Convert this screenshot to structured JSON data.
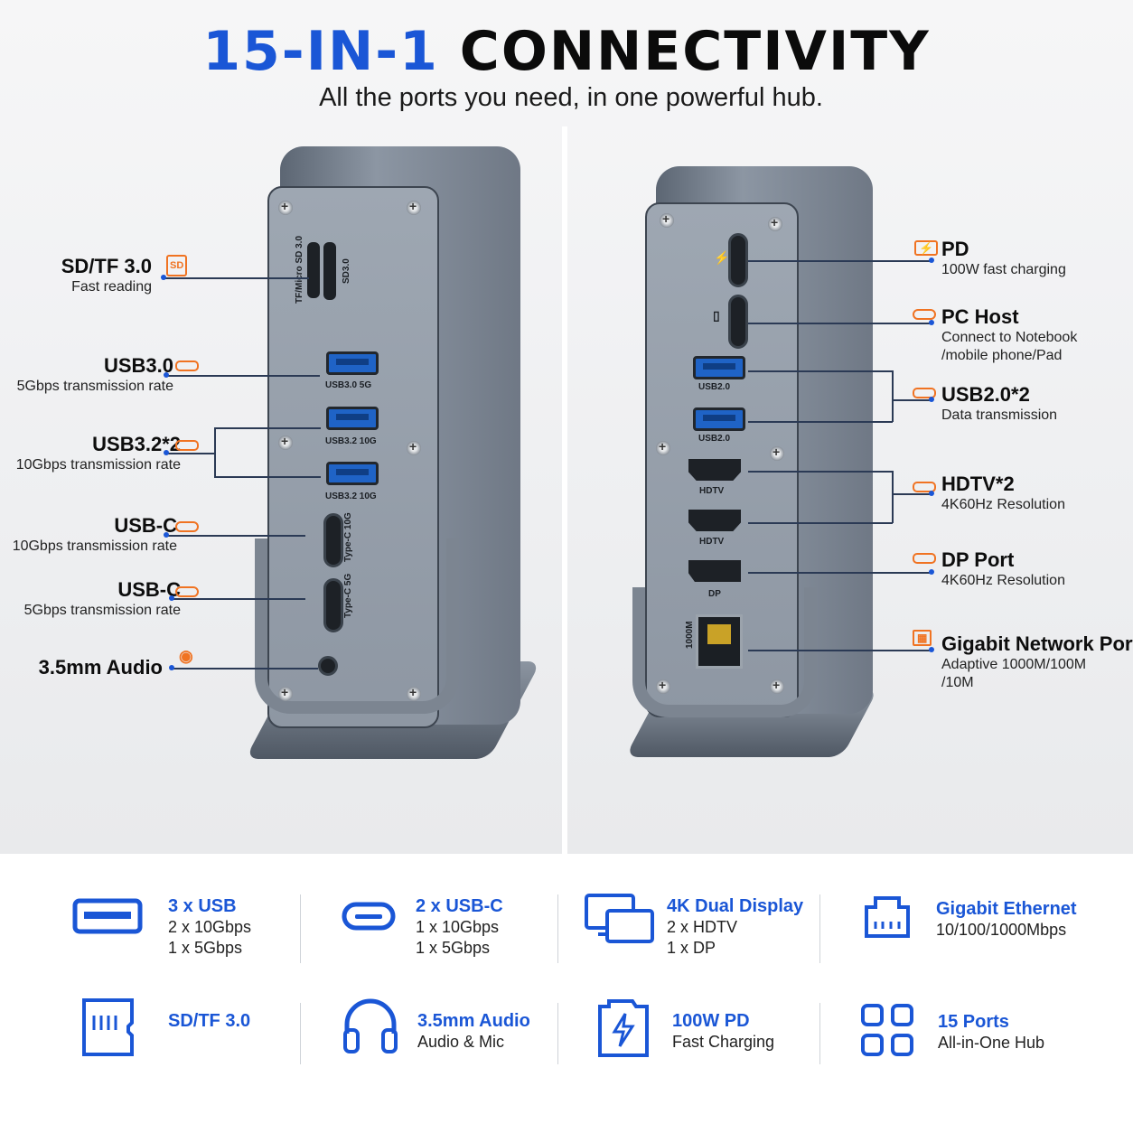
{
  "header": {
    "title_accent": "15-IN-1",
    "title_main": "CONNECTIVITY",
    "subtitle": "All the ports you need, in one powerful hub."
  },
  "colors": {
    "accent": "#1a56d6",
    "orange": "#f07322",
    "device": "#8e97a3"
  },
  "front_panel": {
    "port_labels": {
      "sd_slot": "TF/Micro SD 3.0",
      "sd_slot2": "SD3.0",
      "usb1": "USB3.0 5G",
      "usb2": "USB3.2 10G",
      "usb3": "USB3.2 10G",
      "usbc1": "Type-C 10G",
      "usbc2": "Type-C 5G"
    },
    "callouts": [
      {
        "title": "SD/TF 3.0",
        "desc": "Fast reading",
        "icon": "sd-card-icon"
      },
      {
        "title": "USB3.0",
        "desc": "5Gbps transmission rate",
        "icon": "usb-a-icon"
      },
      {
        "title": "USB3.2*2",
        "desc": "10Gbps transmission rate",
        "icon": "usb-a-icon"
      },
      {
        "title": "USB-C",
        "desc": "10Gbps transmission rate",
        "icon": "usb-c-icon"
      },
      {
        "title": "USB-C",
        "desc": "5Gbps transmission rate",
        "icon": "usb-c-icon"
      },
      {
        "title": "3.5mm Audio",
        "desc": "",
        "icon": "audio-jack-icon"
      }
    ]
  },
  "back_panel": {
    "port_labels": {
      "usb1": "USB2.0",
      "usb2": "USB2.0",
      "hdmi1": "HDTV",
      "hdmi2": "HDTV",
      "dp": "DP",
      "rj45": "1000M"
    },
    "callouts": [
      {
        "title": "PD",
        "desc": "100W fast charging",
        "icon": "pd-charging-icon"
      },
      {
        "title": "PC Host",
        "desc": "Connect to Notebook",
        "desc2": "/mobile phone/Pad",
        "icon": "usb-c-icon"
      },
      {
        "title": "USB2.0*2",
        "desc": "Data transmission",
        "icon": "usb-a-icon"
      },
      {
        "title": "HDTV*2",
        "desc": "4K60Hz Resolution",
        "icon": "hdmi-icon"
      },
      {
        "title": "DP Port",
        "desc": "4K60Hz Resolution",
        "icon": "dp-icon"
      },
      {
        "title": "Gigabit Network Port",
        "desc": "Adaptive 1000M/100M",
        "desc2": "/10M",
        "icon": "ethernet-icon"
      }
    ]
  },
  "features": [
    {
      "title": "3 x USB",
      "lines": [
        "2 x 10Gbps",
        "1 x 5Gbps"
      ],
      "icon": "usb-a-icon"
    },
    {
      "title": "2 x USB-C",
      "lines": [
        "1 x 10Gbps",
        "1 x 5Gbps"
      ],
      "icon": "usb-c-icon"
    },
    {
      "title": "4K Dual Display",
      "lines": [
        "2 x HDTV",
        "1 x DP"
      ],
      "icon": "dual-monitor-icon"
    },
    {
      "title": "Gigabit Ethernet",
      "lines": [
        "10/100/1000Mbps"
      ],
      "icon": "ethernet-icon"
    },
    {
      "title": "SD/TF 3.0",
      "lines": [],
      "icon": "sd-card-icon"
    },
    {
      "title": "3.5mm Audio",
      "lines": [
        "Audio & Mic"
      ],
      "icon": "headphones-icon"
    },
    {
      "title": "100W PD",
      "lines": [
        "Fast Charging"
      ],
      "icon": "battery-bolt-icon"
    },
    {
      "title": "15 Ports",
      "lines": [
        "All-in-One Hub"
      ],
      "icon": "grid-icon"
    }
  ]
}
